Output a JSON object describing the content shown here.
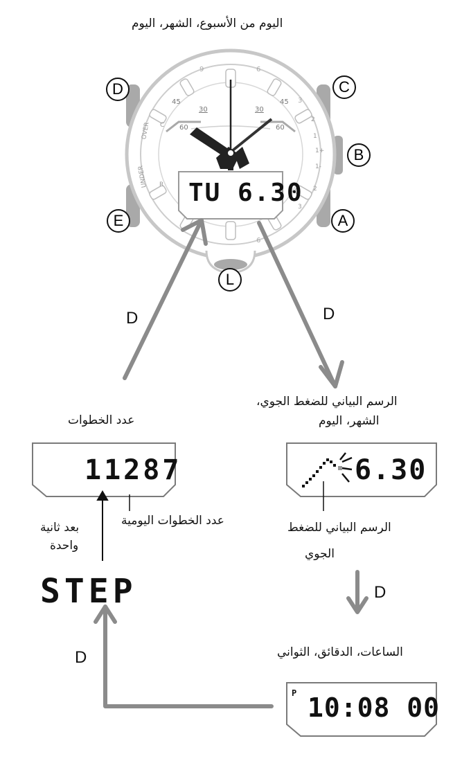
{
  "labels": {
    "top": "اليوم من الأسبوع، الشهر، اليوم",
    "steps_title": "عدد الخطوات",
    "daily_steps": "عدد الخطوات اليومية",
    "after_one_sec_line1": "بعد ثانية",
    "after_one_sec_line2": "واحدة",
    "baro_title_line1": "الرسم البياني للضغط الجوي،",
    "baro_title_line2": "الشهر، اليوم",
    "baro_graph_line1": "الرسم البياني للضغط",
    "baro_graph_line2": "الجوي",
    "time_title": "الساعات، الدقائق، الثواني"
  },
  "displays": {
    "main": "TU 6.30",
    "steps": "11287",
    "step_word": "STEP",
    "baro_date": "6.30",
    "time_pm": "P",
    "time": "10:08 00"
  },
  "buttons": {
    "a": "A",
    "b": "B",
    "c": "C",
    "d": "D",
    "e": "E",
    "l": "L"
  },
  "bezel": {
    "top_numbers": [
      "9",
      "6",
      "3"
    ],
    "left_numbers": [
      "45",
      "30",
      "60"
    ],
    "right_numbers": [
      "30",
      "45",
      "60"
    ],
    "left_words": [
      "C",
      "OVER",
      "UNDER",
      "R"
    ],
    "right_words": [
      "2",
      "1",
      "1+",
      "1-",
      "2",
      "3"
    ],
    "bottom_numbers": [
      "3",
      "6"
    ]
  },
  "arrows": {
    "d1": "D",
    "d2": "D",
    "d3": "D",
    "d4": "D"
  }
}
